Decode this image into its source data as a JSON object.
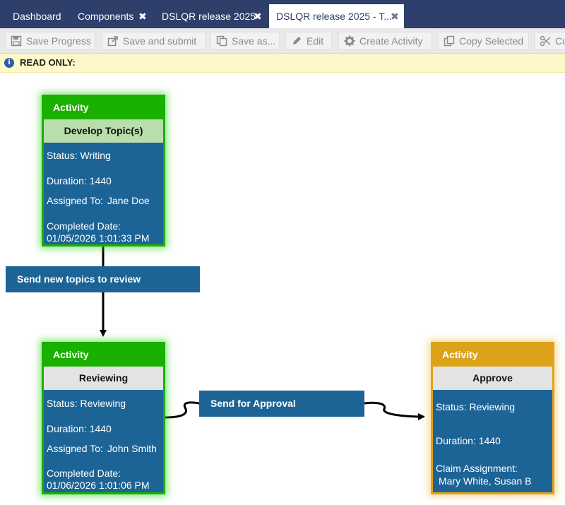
{
  "tabs": [
    {
      "label": "Dashboard",
      "closable": false,
      "active": false
    },
    {
      "label": "Components",
      "closable": true,
      "active": false
    },
    {
      "label": "DSLQR release 2025",
      "closable": true,
      "active": false
    },
    {
      "label": "DSLQR release 2025 - T...",
      "closable": true,
      "active": true
    }
  ],
  "toolbar": {
    "buttons": [
      {
        "label": "Save Progress",
        "icon": "floppy-icon"
      },
      {
        "label": "Save and submit",
        "icon": "export-icon"
      },
      {
        "label": "Save as...",
        "icon": "copy-icon"
      },
      {
        "label": "Edit",
        "icon": "pencil-icon"
      },
      {
        "label": "Create Activity",
        "icon": "gear-icon"
      },
      {
        "label": "Copy Selected",
        "icon": "copy-icon"
      },
      {
        "label": "Cu",
        "icon": "scissors-icon"
      }
    ]
  },
  "notice": {
    "text": "READ ONLY:",
    "icon": "info-icon"
  },
  "activities": [
    {
      "header": "Activity",
      "name": "Develop Topic(s)",
      "status": "Status: Writing",
      "duration": "Duration: 1440",
      "assigned_label": "Assigned To:",
      "assigned_value": "Jane Doe",
      "completed_label": "Completed Date:",
      "completed_value": "01/05/2026 1:01:33 PM",
      "state": "complete"
    },
    {
      "header": "Activity",
      "name": "Reviewing",
      "status": "Status: Reviewing",
      "duration": "Duration: 1440",
      "assigned_label": "Assigned To:",
      "assigned_value": "John Smith",
      "completed_label": "Completed Date:",
      "completed_value": "01/06/2026 1:01:06 PM",
      "state": "complete"
    },
    {
      "header": "Activity",
      "name": "Approve",
      "status": "Status: Reviewing",
      "duration": "Duration: 1440",
      "claim_label": "Claim Assignment:",
      "claim_value": "Mary White, Susan B",
      "state": "pending"
    }
  ],
  "transitions": [
    {
      "label": "Send new topics to review"
    },
    {
      "label": "Send for Approval"
    }
  ],
  "colors": {
    "tab_bar": "#2f3f6b",
    "card_body": "#1d6496",
    "complete": "#19b000",
    "pending": "#dca21a",
    "notice_bg": "#fcf8c9"
  }
}
